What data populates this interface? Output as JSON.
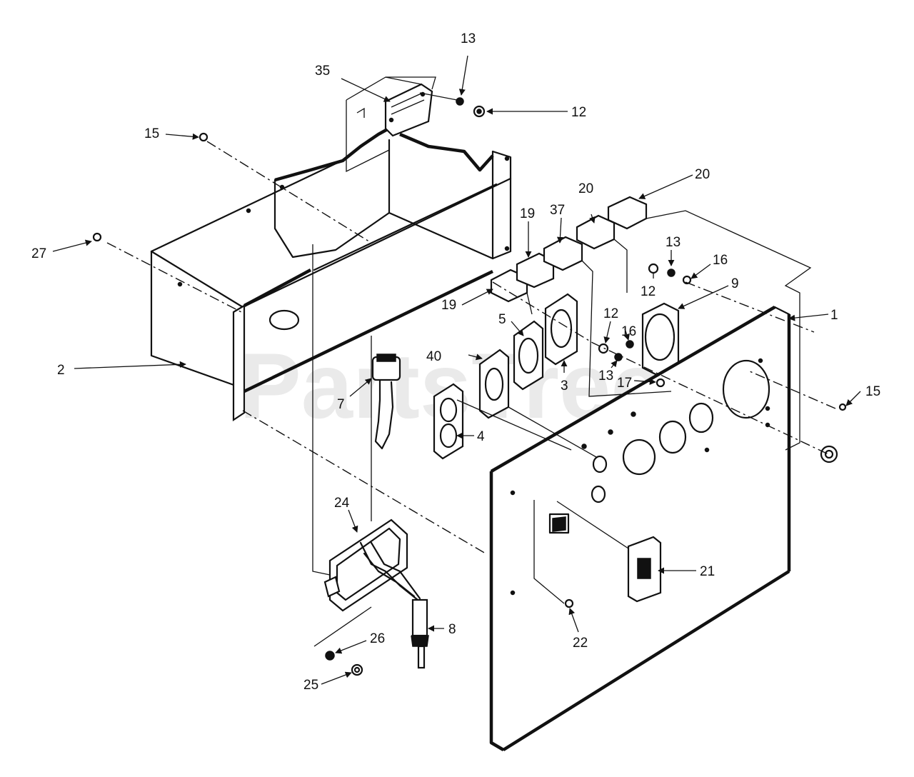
{
  "watermark": "PartsTree",
  "callouts": {
    "c13_top": "13",
    "c35": "35",
    "c12_top": "12",
    "c15_left": "15",
    "c20_right": "20",
    "c20_mid": "20",
    "c37": "37",
    "c19_top": "19",
    "c13_mid": "13",
    "c16_top": "16",
    "c27": "27",
    "c12_mid": "12",
    "c9": "9",
    "c1": "1",
    "c19_low": "19",
    "c5": "5",
    "c12_low": "12",
    "c16_low": "16",
    "c40": "40",
    "c2": "2",
    "c13_low": "13",
    "c17": "17",
    "c15_right": "15",
    "c3": "3",
    "c7": "7",
    "c4": "4",
    "c24": "24",
    "c21": "21",
    "c8": "8",
    "c26": "26",
    "c22": "22",
    "c25": "25"
  }
}
